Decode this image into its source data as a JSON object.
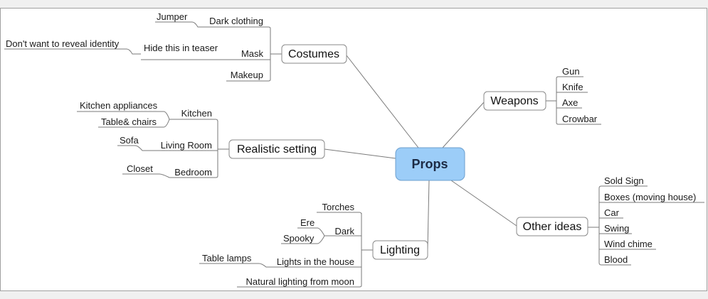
{
  "central": {
    "label": "Props"
  },
  "branches": {
    "costumes": {
      "label": "Costumes",
      "children": {
        "dark_clothing": {
          "label": "Dark clothing",
          "children": {
            "jumper": "Jumper"
          }
        },
        "mask": {
          "label": "Mask",
          "children": {
            "hide_teaser": {
              "label": "Hide this in teaser",
              "children": {
                "reveal": "Don't want to reveal identity"
              }
            }
          }
        },
        "makeup": {
          "label": "Makeup"
        }
      }
    },
    "realistic_setting": {
      "label": "Realistic setting",
      "children": {
        "kitchen": {
          "label": "Kitchen",
          "children": {
            "appliances": "Kitchen appliances",
            "table_chairs": "Table& chairs"
          }
        },
        "living_room": {
          "label": "Living Room",
          "children": {
            "sofa": "Sofa"
          }
        },
        "bedroom": {
          "label": "Bedroom",
          "children": {
            "closet": "Closet"
          }
        }
      }
    },
    "lighting": {
      "label": "Lighting",
      "children": {
        "torches": {
          "label": "Torches"
        },
        "dark": {
          "label": "Dark",
          "children": {
            "ere": "Ere",
            "spooky": "Spooky"
          }
        },
        "lights_house": {
          "label": "Lights in the house",
          "children": {
            "table_lamps": "Table lamps"
          }
        },
        "moon": {
          "label": "Natural lighting from moon"
        }
      }
    },
    "weapons": {
      "label": "Weapons",
      "children": [
        "Gun",
        "Knife",
        "Axe",
        "Crowbar"
      ]
    },
    "other_ideas": {
      "label": "Other ideas",
      "children": [
        "Sold Sign",
        "Boxes (moving house)",
        "Car",
        "Swing",
        "Wind chime",
        "Blood"
      ]
    }
  }
}
